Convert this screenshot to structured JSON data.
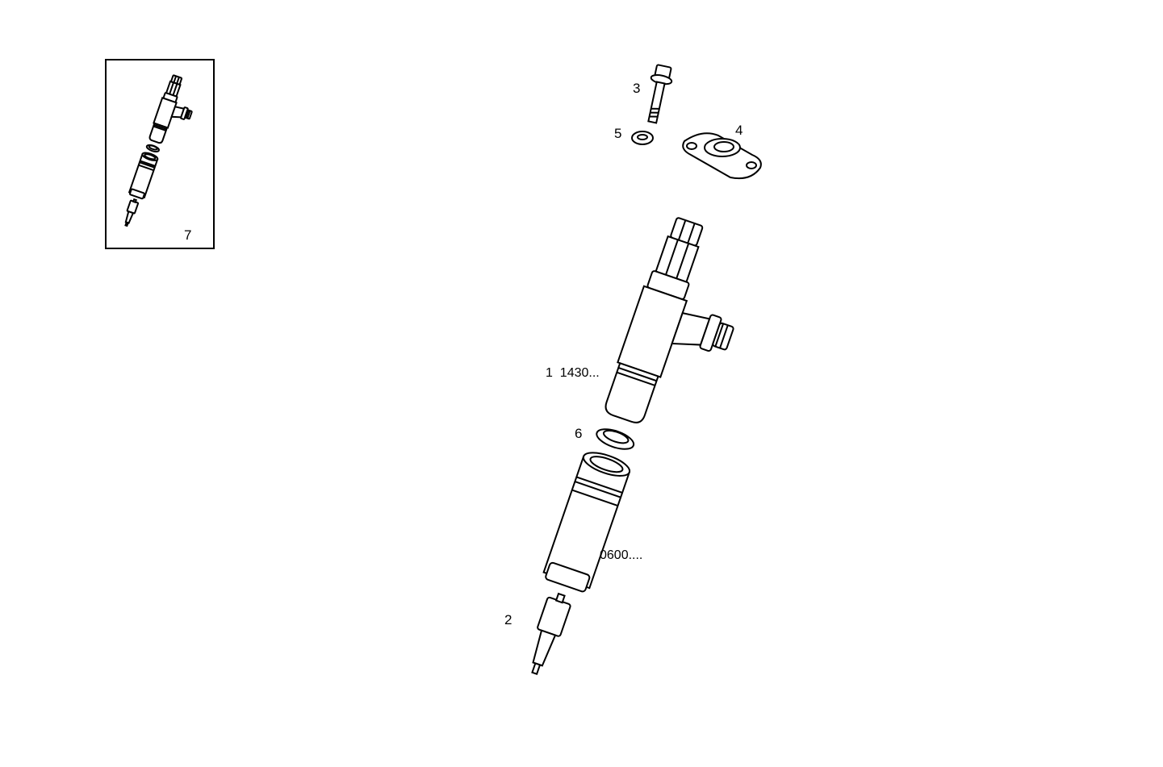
{
  "callouts": {
    "bolt": "3",
    "washer": "5",
    "flange": "4",
    "injector": "1  1430...",
    "seal_ring": "6",
    "sleeve": "0600....",
    "nozzle": "2",
    "inset": "7"
  },
  "colors": {
    "line": "#000000",
    "background": "#ffffff"
  }
}
